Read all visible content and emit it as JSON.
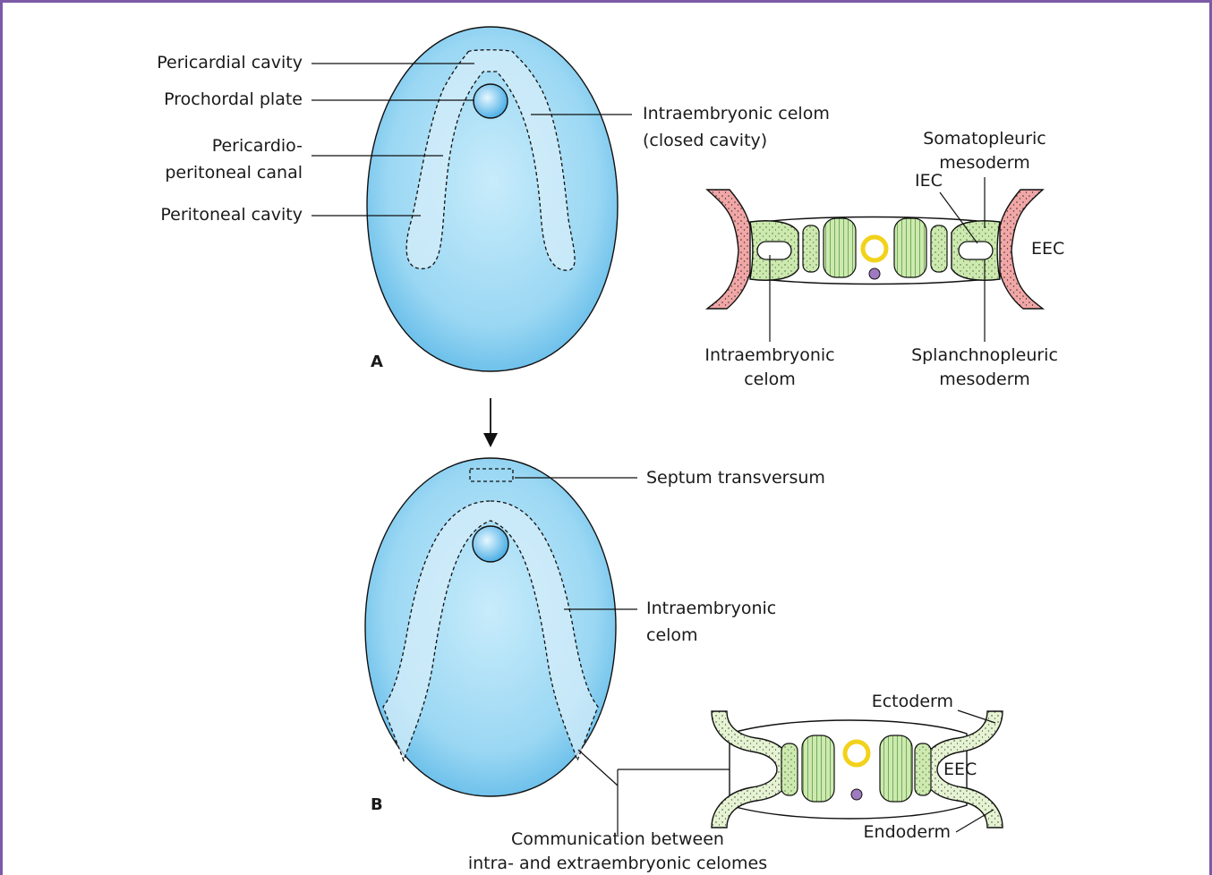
{
  "panel_a": {
    "letter": "A",
    "labels": {
      "pericardial_cavity": "Pericardial cavity",
      "prochordal_plate": "Prochordal plate",
      "pericardio_line1": "Pericardio-",
      "pericardio_line2": "peritoneal canal",
      "peritoneal_cavity": "Peritoneal cavity",
      "iec_closed_line1": "Intraembryonic celom",
      "iec_closed_line2": "(closed cavity)"
    },
    "section": {
      "somatopleuric_line1": "Somatopleuric",
      "somatopleuric_line2": "mesoderm",
      "iec": "IEC",
      "eec": "EEC",
      "intraembryonic_line1": "Intraembryonic",
      "intraembryonic_line2": "celom",
      "splanchnopleuric_line1": "Splanchnopleuric",
      "splanchnopleuric_line2": "mesoderm"
    }
  },
  "panel_b": {
    "letter": "B",
    "labels": {
      "septum_transversum": "Septum transversum",
      "iec_line1": "Intraembryonic",
      "iec_line2": "celom",
      "communication_line1": "Communication between",
      "communication_line2": "intra- and extraembryonic celomes"
    },
    "section": {
      "ectoderm": "Ectoderm",
      "eec": "EEC",
      "endoderm": "Endoderm"
    }
  },
  "colors": {
    "frame": "#7b5aa6",
    "embryo_fill": "#8fd0f0",
    "cavity_fill": "#d6eefa",
    "mesoderm_green": "#cde9b0",
    "extraembryonic_pink": "#f2a6a6",
    "notochord_yellow": "#f2d21a",
    "neural_purple": "#a07ac0"
  }
}
